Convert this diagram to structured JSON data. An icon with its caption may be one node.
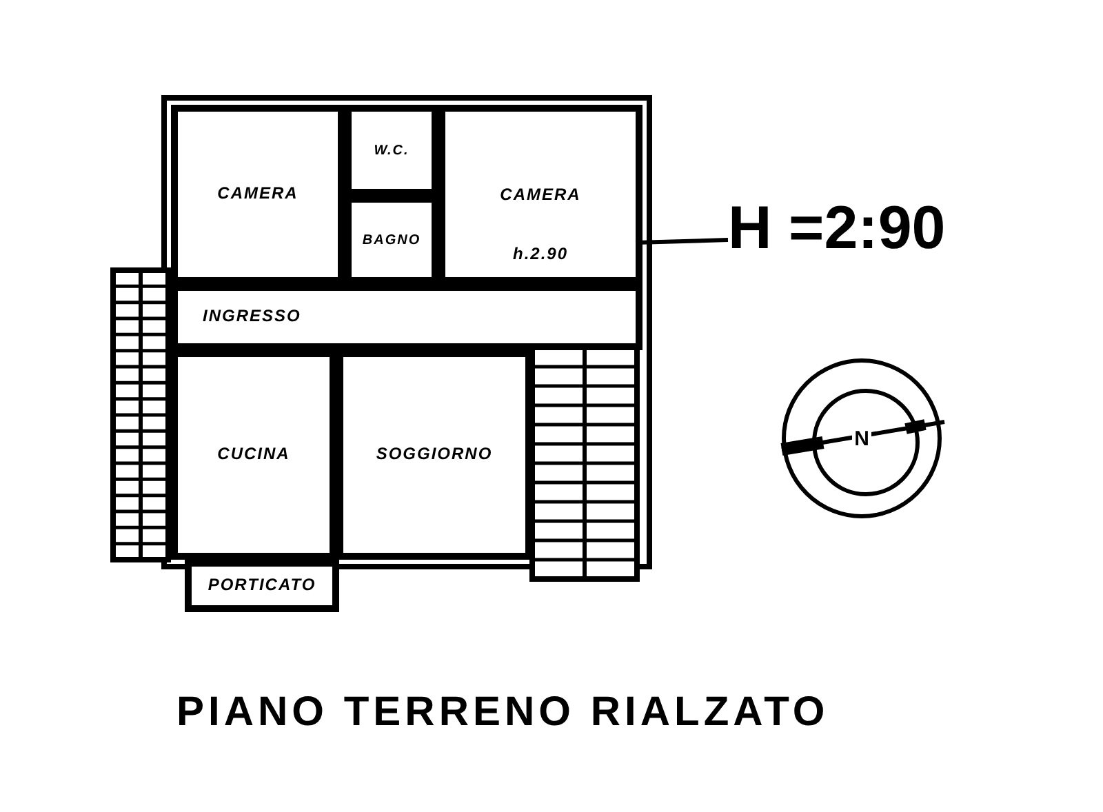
{
  "diagram": {
    "caption": "PIANO TERRENO RIALZATO",
    "nodes": [
      {
        "text": [
          "CAMERA"
        ]
      },
      {
        "text": [
          "W.C."
        ]
      },
      {
        "text": [
          "BAGNO"
        ]
      },
      {
        "text": [
          "CAMERA",
          "h.2.90"
        ]
      },
      {
        "text": [
          "INGRESSO"
        ]
      },
      {
        "text": [
          "CUCINA"
        ]
      },
      {
        "text": [
          "SOGGIORNO"
        ]
      },
      {
        "text": [
          "PORTICATO"
        ]
      },
      {
        "text": [
          "H =2:90"
        ]
      },
      {
        "text": [
          "N"
        ]
      }
    ],
    "edges": [
      {
        "from": 8,
        "to": 3,
        "arrow": "none"
      }
    ]
  }
}
